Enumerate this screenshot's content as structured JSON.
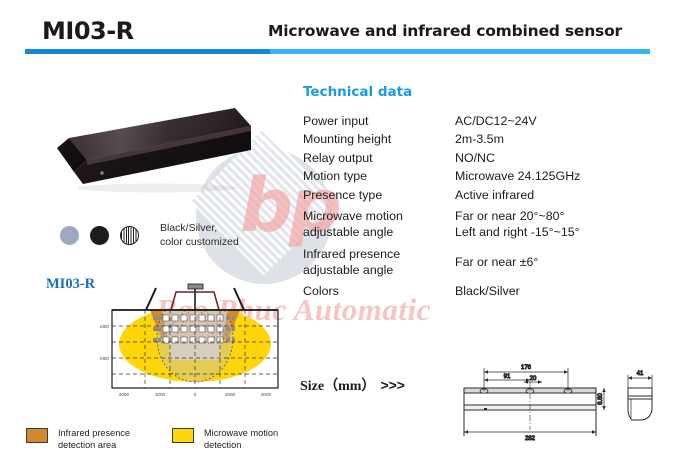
{
  "header": {
    "model_code": "MI03-R",
    "title": "Microwave and infrared combined sensor",
    "rule_left_color": "#1488d4",
    "rule_right_color": "#35b4ef"
  },
  "watermark": {
    "logo_text": "bp",
    "brand_text": "Bao Phuc Automatic",
    "brand_color": "#f7c3c3",
    "circle_color": "#c3c9d6"
  },
  "product_photo": {
    "alt": "Black microwave and infrared combined sensor bar",
    "body_color": "#2a2024",
    "top_color": "#3c2f33"
  },
  "swatches": {
    "items": [
      {
        "name": "silver-swatch",
        "color": "#9ea8c0"
      },
      {
        "name": "black-swatch",
        "color": "#1d1d1d"
      },
      {
        "name": "custom-hatched-swatch",
        "color": "#222222"
      }
    ],
    "caption_line1": "Black/Silver,",
    "caption_line2": "color customized"
  },
  "technical_data": {
    "heading": "Technical data",
    "heading_color": "#1a9ae0",
    "rows": [
      {
        "label": "Power input",
        "value": "AC/DC12~24V"
      },
      {
        "label": "Mounting height",
        "value": "2m-3.5m"
      },
      {
        "label": "Relay output",
        "value": "NO/NC"
      },
      {
        "label": "Motion type",
        "value": "Microwave 24.125GHz"
      },
      {
        "label": "Presence type",
        "value": "Active infrared"
      },
      {
        "label_line1": "Microwave motion",
        "label_line2": "adjustable angle",
        "value_line1": "Far or near  20°~80°",
        "value_line2": "Left and right -15°~15°"
      },
      {
        "label_line1": "Infrared presence",
        "label_line2": "adjustable angle",
        "value": "Far or near ±6°"
      },
      {
        "label": "Colors",
        "value": "Black/Silver"
      }
    ]
  },
  "diagram": {
    "label": "MI03-R",
    "label_color": "#1a6fc4",
    "x_ticks": [
      "2000",
      "1000",
      "0",
      "1000",
      "2000"
    ],
    "y_ticks": [
      "1000",
      "2000"
    ],
    "microwave_color": "#ffd60a",
    "infrared_color": "#d4892c",
    "infrared_inner_color": "#e8c9a8"
  },
  "size": {
    "label": "Size（mm）",
    "chevrons": ">>>"
  },
  "drawing": {
    "dimensions": {
      "width_overall": "282",
      "width_inner": "176",
      "offset_91": "91",
      "offset_20": "20",
      "depth": "41",
      "height": "8.80"
    }
  },
  "legend": {
    "items": [
      {
        "color": "#d4892c",
        "line1": "Infrared presence",
        "line2": "detection area"
      },
      {
        "color": "#ffd60a",
        "line1": "Microwave motion",
        "line2": "detection"
      }
    ]
  }
}
